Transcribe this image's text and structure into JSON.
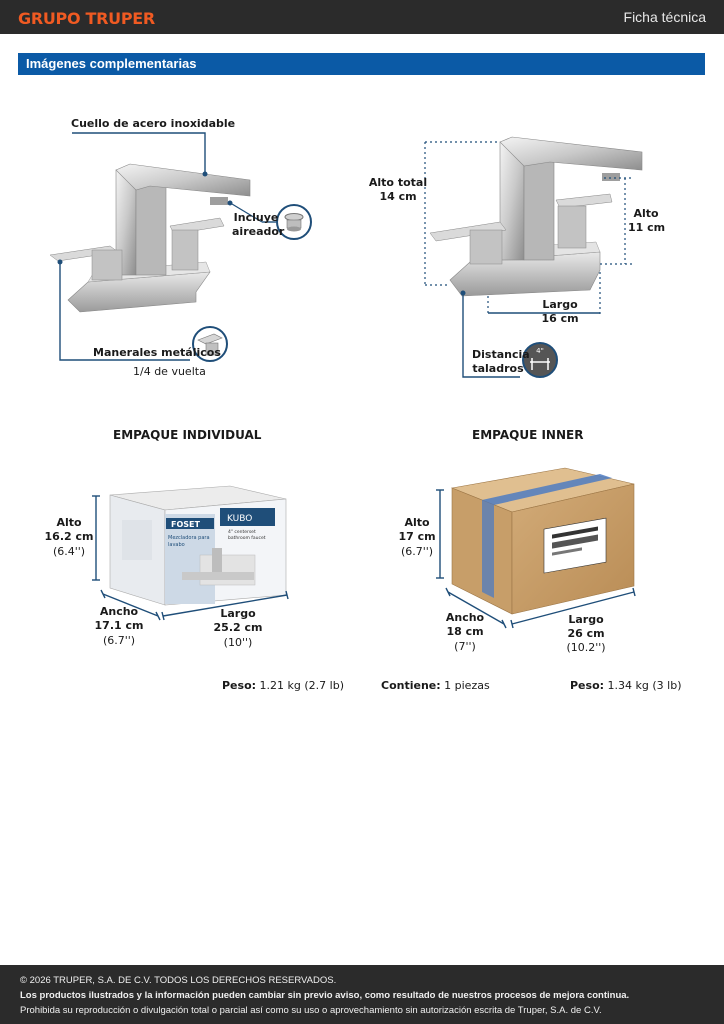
{
  "header": {
    "brand": "GRUPO TRUPER",
    "doc_type": "Ficha técnica"
  },
  "section": {
    "title": "Imágenes complementarias"
  },
  "callouts": {
    "neck": "Cuello de acero inoxidable",
    "aerator_1": "Incluye",
    "aerator_2": "aireador",
    "handles": "Manerales metálicos",
    "quarter_turn": "1/4 de vuelta"
  },
  "dimensions": {
    "total_height_1": "Alto total",
    "total_height_2": "14 cm",
    "height_1": "Alto",
    "height_2": "11 cm",
    "length_1": "Largo",
    "length_2": "16 cm",
    "drill_1": "Distancia",
    "drill_2": "taladros",
    "drill_badge": "4\""
  },
  "individual": {
    "title": "EMPAQUE INDIVIDUAL",
    "alto": [
      "Alto",
      "16.2 cm",
      "(6.4'')"
    ],
    "ancho": [
      "Ancho",
      "17.1 cm",
      "(6.7'')"
    ],
    "largo": [
      "Largo",
      "25.2 cm",
      "(10'')"
    ],
    "peso_label": "Peso:",
    "peso_value": "1.21 kg (2.7 lb)",
    "box_brand": "FOSET",
    "box_line": "KUBO",
    "box_text_1": "Mezcladora para",
    "box_text_2": "lavabo",
    "box_text_3": "4\" centerset",
    "box_text_4": "bathroom faucet"
  },
  "inner": {
    "title": "EMPAQUE INNER",
    "alto": [
      "Alto",
      "17 cm",
      "(6.7'')"
    ],
    "ancho": [
      "Ancho",
      "18 cm",
      "(7'')"
    ],
    "largo": [
      "Largo",
      "26 cm",
      "(10.2'')"
    ],
    "contiene_label": "Contiene:",
    "contiene_value": "1 piezas",
    "peso_label": "Peso:",
    "peso_value": "1.34 kg (3 lb)"
  },
  "footer": {
    "copyright": "© 2026 TRUPER, S.A. DE C.V. TODOS LOS DERECHOS RESERVADOS.",
    "notice": "Los productos ilustrados y la información pueden cambiar sin previo aviso, como resultado de nuestros procesos de mejora continua.",
    "prohibition": "Prohibida su reproducción o divulgación total o parcial así como su uso o aprovechamiento sin autorización escrita de Truper, S.A. de C.V."
  },
  "colors": {
    "brand_orange": "#f05a22",
    "section_blue": "#0b5aa6",
    "dim_line": "#1f4e79",
    "dark_bar": "#2b2b2b"
  }
}
